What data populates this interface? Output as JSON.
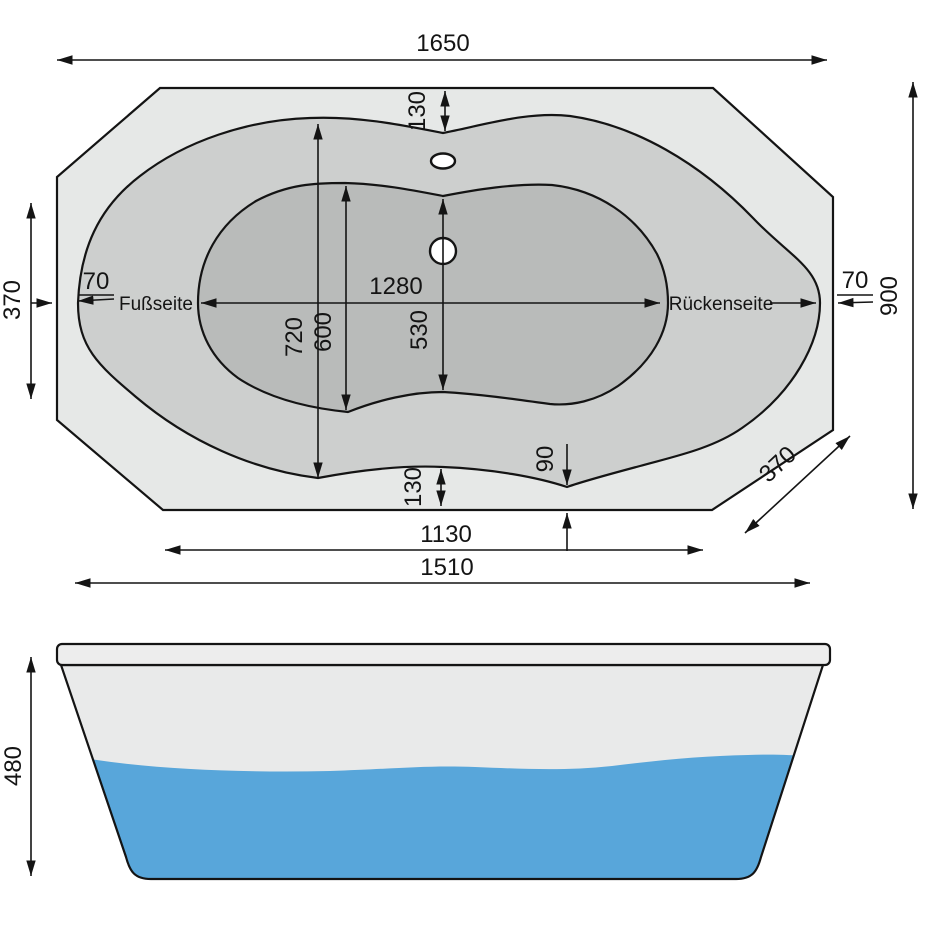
{
  "colors": {
    "background": "#ffffff",
    "outline": "#141414",
    "deck_fill": "#e6e8e7",
    "rim_zone_fill": "#cdcfce",
    "floor_fill": "#b9bbba",
    "hole_fill": "#ffffff",
    "tub_body_fill": "#e9eaea",
    "tub_rim_fill": "#ededed",
    "water_fill": "#58a6da"
  },
  "top_view": {
    "foot_side_label": "Fußseite",
    "back_side_label": "Rückenseite",
    "dim": {
      "overall_length": "1650",
      "overall_width": "900",
      "left_edge_height": "370",
      "corner_cut_length": "370",
      "top_deck_width": "130",
      "bottom_deck_width": "130",
      "left_deck_width": "70",
      "right_deck_width": "70",
      "inner_rim_length": "1280",
      "inner_rim_width": "720",
      "floor_lobe_width": "600",
      "floor_waist_width": "530",
      "notch_depth": "90",
      "bottom_edge_length": "1130",
      "base_length": "1510"
    }
  },
  "side_view": {
    "dim": {
      "tub_height": "480"
    }
  }
}
